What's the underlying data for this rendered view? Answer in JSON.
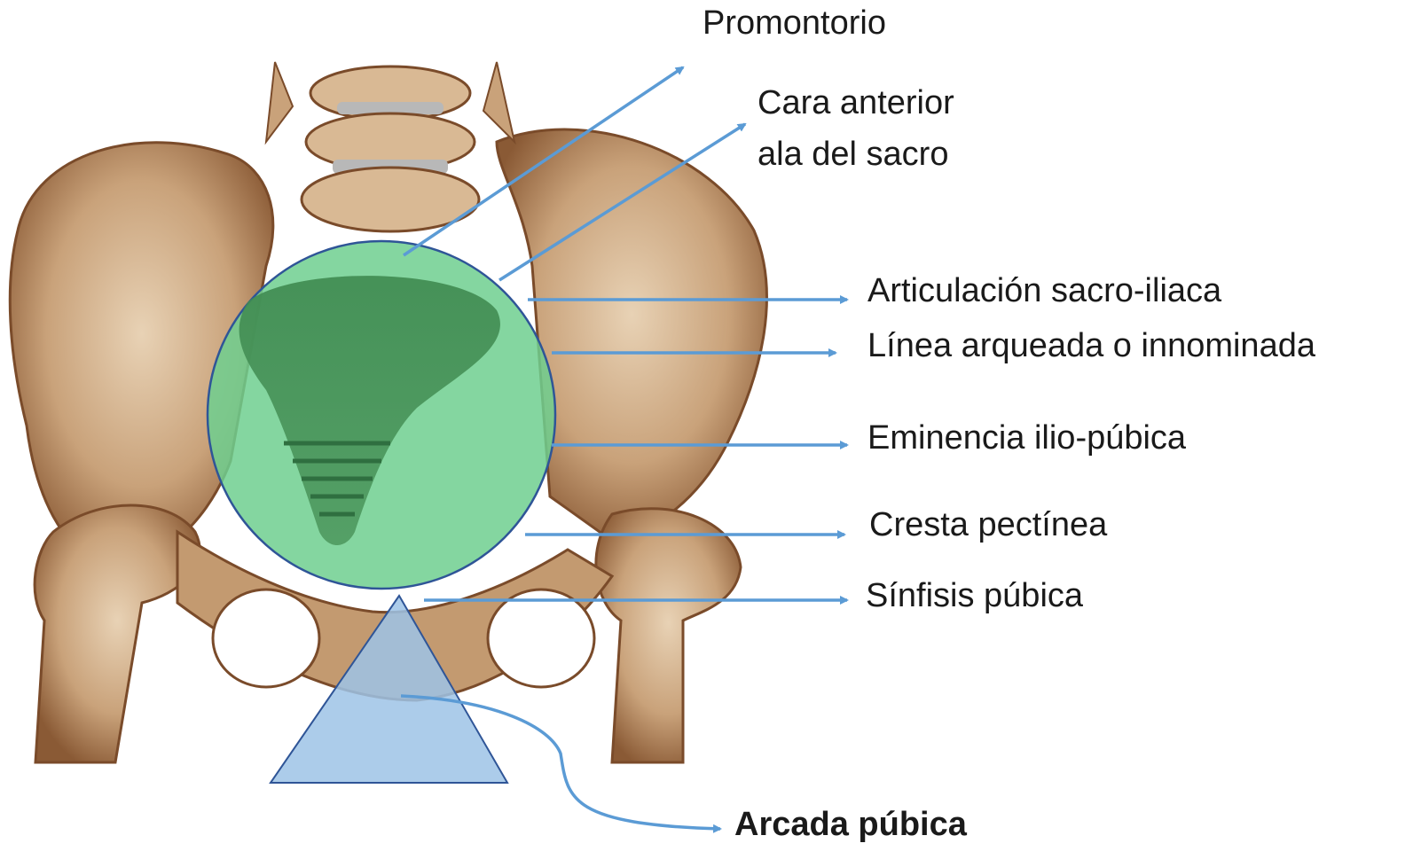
{
  "labels": {
    "promontorio": "Promontorio",
    "cara_anterior_line1": "Cara anterior",
    "cara_anterior_line2": "ala del sacro",
    "articulacion": "Articulación sacro-iliaca",
    "linea_arqueada": "Línea arqueada o innominada",
    "eminencia": "Eminencia ilio-púbica",
    "cresta": "Cresta pectínea",
    "sinfisis": "Sínfisis púbica",
    "arcada": "Arcada púbica"
  },
  "colors": {
    "arrow": "#5b9bd5",
    "bone": "#c9a27a",
    "bone_shadow": "#8a5a35",
    "inlet_fill": "#6fcf8f",
    "inlet_stroke": "#2f5597",
    "arch_fill": "#9dc3e6"
  }
}
